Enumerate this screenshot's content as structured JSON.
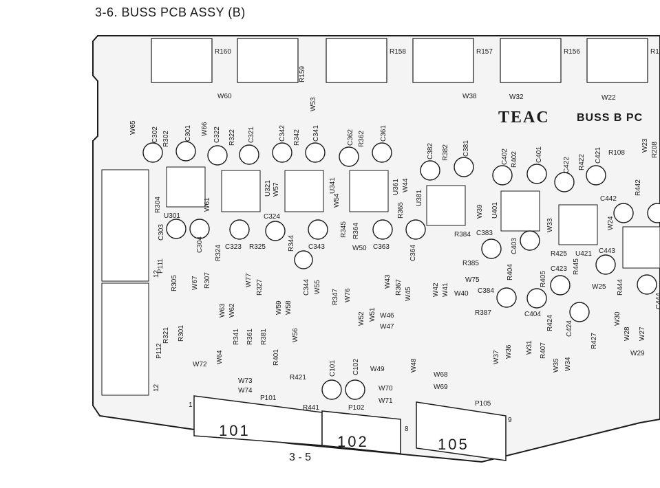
{
  "header": {
    "title": "3-6. BUSS PCB ASSY (B)"
  },
  "footer": {
    "page": "3 - 5"
  },
  "board": {
    "brand": "TEAC",
    "title": "BUSS B PC",
    "colors": {
      "ink": "#1a1a1a",
      "board_fill": "#f4f4f4"
    }
  },
  "connectors": {
    "c101": "101",
    "c102": "102",
    "c105": "105"
  },
  "pads": {
    "top": [
      "R160",
      "R159",
      "R158",
      "R157",
      "R156",
      "R1"
    ],
    "bottom_misc": [
      "P101",
      "P102",
      "P105",
      "P111",
      "P112",
      "12",
      "12",
      "1",
      "8",
      "9"
    ]
  },
  "components": {
    "capacitors": [
      "C302",
      "C301",
      "C322",
      "C321",
      "C342",
      "C341",
      "C362",
      "C361",
      "C382",
      "C381",
      "C402",
      "C401",
      "C422",
      "C421",
      "C303",
      "C304",
      "C323",
      "C324",
      "C343",
      "C344",
      "C363",
      "C364",
      "C383",
      "C403",
      "C423",
      "C442",
      "C443",
      "C384",
      "C404",
      "C424",
      "C444",
      "C101",
      "C102"
    ],
    "resistors": [
      "R302",
      "R322",
      "R342",
      "R362",
      "R382",
      "R402",
      "R422",
      "R108",
      "R208",
      "R442",
      "R304",
      "R305",
      "R307",
      "R324",
      "R325",
      "R327",
      "R344",
      "R345",
      "R347",
      "R364",
      "R365",
      "R367",
      "R384",
      "R385",
      "R387",
      "R404",
      "R405",
      "R407",
      "R424",
      "R425",
      "R427",
      "R444",
      "R445",
      "R321",
      "R301",
      "R341",
      "R361",
      "R381",
      "R401",
      "R421",
      "R441"
    ],
    "ics": [
      "U301",
      "U321",
      "U341",
      "U361",
      "U381",
      "U401",
      "U421"
    ],
    "wires": [
      "W60",
      "W38",
      "W32",
      "W22",
      "W65",
      "W66",
      "W53",
      "W57",
      "W54",
      "W44",
      "W39",
      "W33",
      "W23",
      "W24",
      "W25",
      "W61",
      "W67",
      "W77",
      "W63",
      "W62",
      "W59",
      "W58",
      "W55",
      "W56",
      "W76",
      "W52",
      "W51",
      "W50",
      "W43",
      "W45",
      "W42",
      "W41",
      "W40",
      "W75",
      "W46",
      "W47",
      "W48",
      "W37",
      "W36",
      "W31",
      "W35",
      "W34",
      "W30",
      "W28",
      "W27",
      "W29",
      "W72",
      "W64",
      "W73",
      "W74",
      "W49",
      "W70",
      "W71",
      "W68",
      "W69"
    ]
  }
}
